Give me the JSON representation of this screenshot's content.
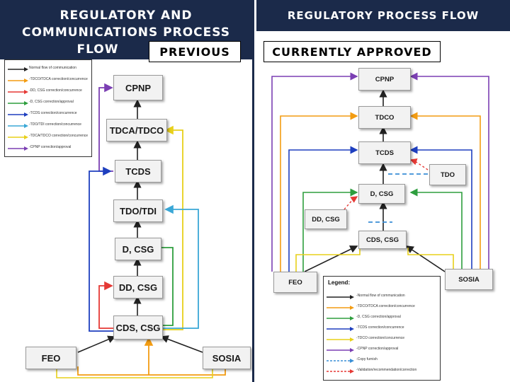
{
  "left": {
    "title_line1": "REGULATORY AND",
    "title_line2": "COMMUNICATIONS PROCESS",
    "title_line3": "FLOW",
    "badge": "PREVIOUS",
    "nodes": {
      "cpnp": "CPNP",
      "tdca": "TDCA/TDCO",
      "tcds": "TCDS",
      "tdo": "TDO/TDI",
      "dcsg": "D, CSG",
      "ddcsg": "DD, CSG",
      "cdscsg": "CDS, CSG",
      "feo": "FEO",
      "sosia": "SOSIA"
    },
    "legend": [
      {
        "label": "Normal flow of communication",
        "color": "#222222"
      },
      {
        "label": "-TDCO/TDCA correction/concurrence",
        "color": "#f39c12"
      },
      {
        "label": "-DD, CSG correction/concurrence",
        "color": "#e53935"
      },
      {
        "label": "-D, CSG correction/approval",
        "color": "#2e9e3e"
      },
      {
        "label": "-TCDS correction/concurrence",
        "color": "#1e3fbf"
      },
      {
        "label": "-TDO/TDI correction/concurrence",
        "color": "#3aa7d6"
      },
      {
        "label": "-TDCA/TDCO correction/concurrence",
        "color": "#e8d01a"
      },
      {
        "label": "-CPNP correction/approval",
        "color": "#7b3fb3"
      }
    ]
  },
  "right": {
    "title": "REGULATORY PROCESS FLOW",
    "badge": "CURRENTLY APPROVED",
    "nodes": {
      "cpnp": "CPNP",
      "tdco": "TDCO",
      "tcds": "TCDS",
      "tdo": "TDO",
      "dcsg": "D, CSG",
      "ddcsg": "DD, CSG",
      "cdscsg": "CDS, CSG",
      "feo": "FEO",
      "sosia": "SOSIA"
    },
    "legend_title": "Legend:",
    "legend": [
      {
        "label": "-Normal flow of communication",
        "color": "#222222",
        "dash": false
      },
      {
        "label": "-TDCO/TDCA correction/concurrence",
        "color": "#f39c12",
        "dash": false
      },
      {
        "label": "-D, CSG correction/approval",
        "color": "#2e9e3e",
        "dash": false
      },
      {
        "label": "-TCDS correction/concurrence",
        "color": "#1e3fbf",
        "dash": false
      },
      {
        "label": "-TDCO correction/concurrence",
        "color": "#e8d01a",
        "dash": false
      },
      {
        "label": "-CPNP correction/approval",
        "color": "#7b3fb3",
        "dash": false
      },
      {
        "label": "-Copy furnish",
        "color": "#3a8fd6",
        "dash": true
      },
      {
        "label": "-Validation/recommendation/correction",
        "color": "#e53935",
        "dash": true
      }
    ]
  },
  "colors": {
    "black": "#222222",
    "orange": "#f39c12",
    "red": "#e53935",
    "green": "#2e9e3e",
    "blue": "#1e3fbf",
    "cyan": "#3aa7d6",
    "yellow": "#e8d01a",
    "purple": "#7b3fb3"
  }
}
